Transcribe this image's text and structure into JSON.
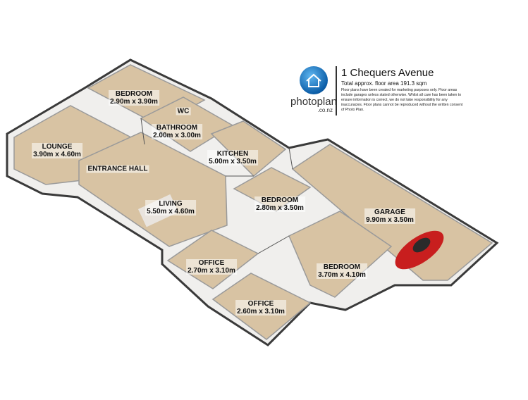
{
  "header": {
    "address": "1 Chequers Avenue",
    "total_area": "Total approx. floor area 191.3 sqm",
    "disclaimer": "Floor plans have been created for marketing purposes only. Floor areas include garages unless stated otherwise. Whilst all care has been taken to ensure information is correct, we do not take responsibility for any inaccuracies. Floor plans cannot be reproduced without the written consent of Photo Plan."
  },
  "brand": {
    "name": "photoplan",
    "domain": ".co.nz",
    "icon": "house-icon",
    "color": "#0c5ea8"
  },
  "colors": {
    "floor": "#d8c3a3",
    "wall": "#f2f2f2",
    "wall_edge": "#3a3a3a",
    "car": "#c81e1e"
  },
  "rooms": [
    {
      "name": "BEDROOM",
      "size": "2.90m x 3.90m"
    },
    {
      "name": "WC",
      "size": ""
    },
    {
      "name": "BATHROOM",
      "size": "2.00m x 3.00m"
    },
    {
      "name": "LOUNGE",
      "size": "3.90m x 4.60m"
    },
    {
      "name": "KITCHEN",
      "size": "5.00m x 3.50m"
    },
    {
      "name": "ENTRANCE HALL",
      "size": ""
    },
    {
      "name": "LIVING",
      "size": "5.50m x 4.60m"
    },
    {
      "name": "BEDROOM",
      "size": "2.80m x 3.50m"
    },
    {
      "name": "GARAGE",
      "size": "9.90m x 3.50m"
    },
    {
      "name": "OFFICE",
      "size": "2.70m x 3.10m"
    },
    {
      "name": "BEDROOM",
      "size": "3.70m x 4.10m"
    },
    {
      "name": "OFFICE",
      "size": "2.60m x 3.10m"
    }
  ]
}
